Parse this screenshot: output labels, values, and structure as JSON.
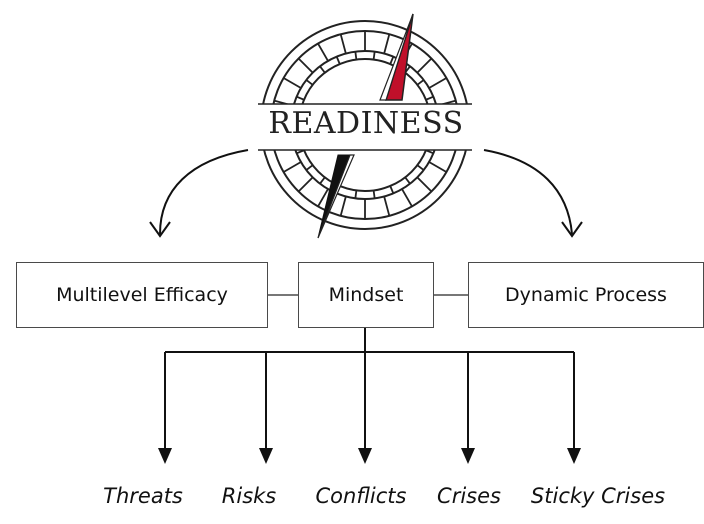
{
  "logo": {
    "text": "READINESS"
  },
  "boxes": {
    "efficacy": "Multilevel Efficacy",
    "mindset": "Mindset",
    "process": "Dynamic Process"
  },
  "outcomes": [
    "Threats",
    "Risks",
    "Conflicts",
    "Crises",
    "Sticky Crises"
  ],
  "colors": {
    "accent": "#c0102a",
    "ink": "#111111",
    "line": "#4a4a4a"
  }
}
